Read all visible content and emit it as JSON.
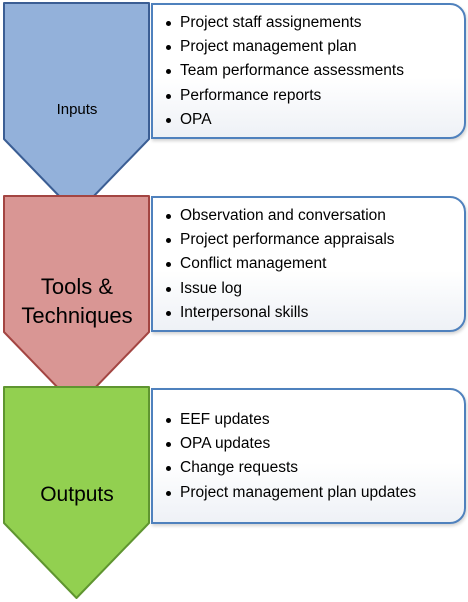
{
  "stages": [
    {
      "label": "Inputs",
      "fill": "#93b1da",
      "stroke": "#3b5e94",
      "items": [
        "Project staff assignements",
        "Project management plan",
        "Team performance assessments",
        "Performance reports",
        "OPA"
      ]
    },
    {
      "label": "Tools & Techniques",
      "label_line1": "Tools &",
      "label_line2": "Techniques",
      "fill": "#d99694",
      "stroke": "#a34542",
      "items": [
        "Observation and conversation",
        "Project performance appraisals",
        "Conflict management",
        "Issue log",
        "Interpersonal skills"
      ]
    },
    {
      "label": "Outputs",
      "fill": "#92d050",
      "stroke": "#5f9530",
      "items": [
        "EEF updates",
        "OPA updates",
        "Change requests",
        "Project management plan updates"
      ]
    }
  ],
  "panel_border_color": "#4f81bd"
}
